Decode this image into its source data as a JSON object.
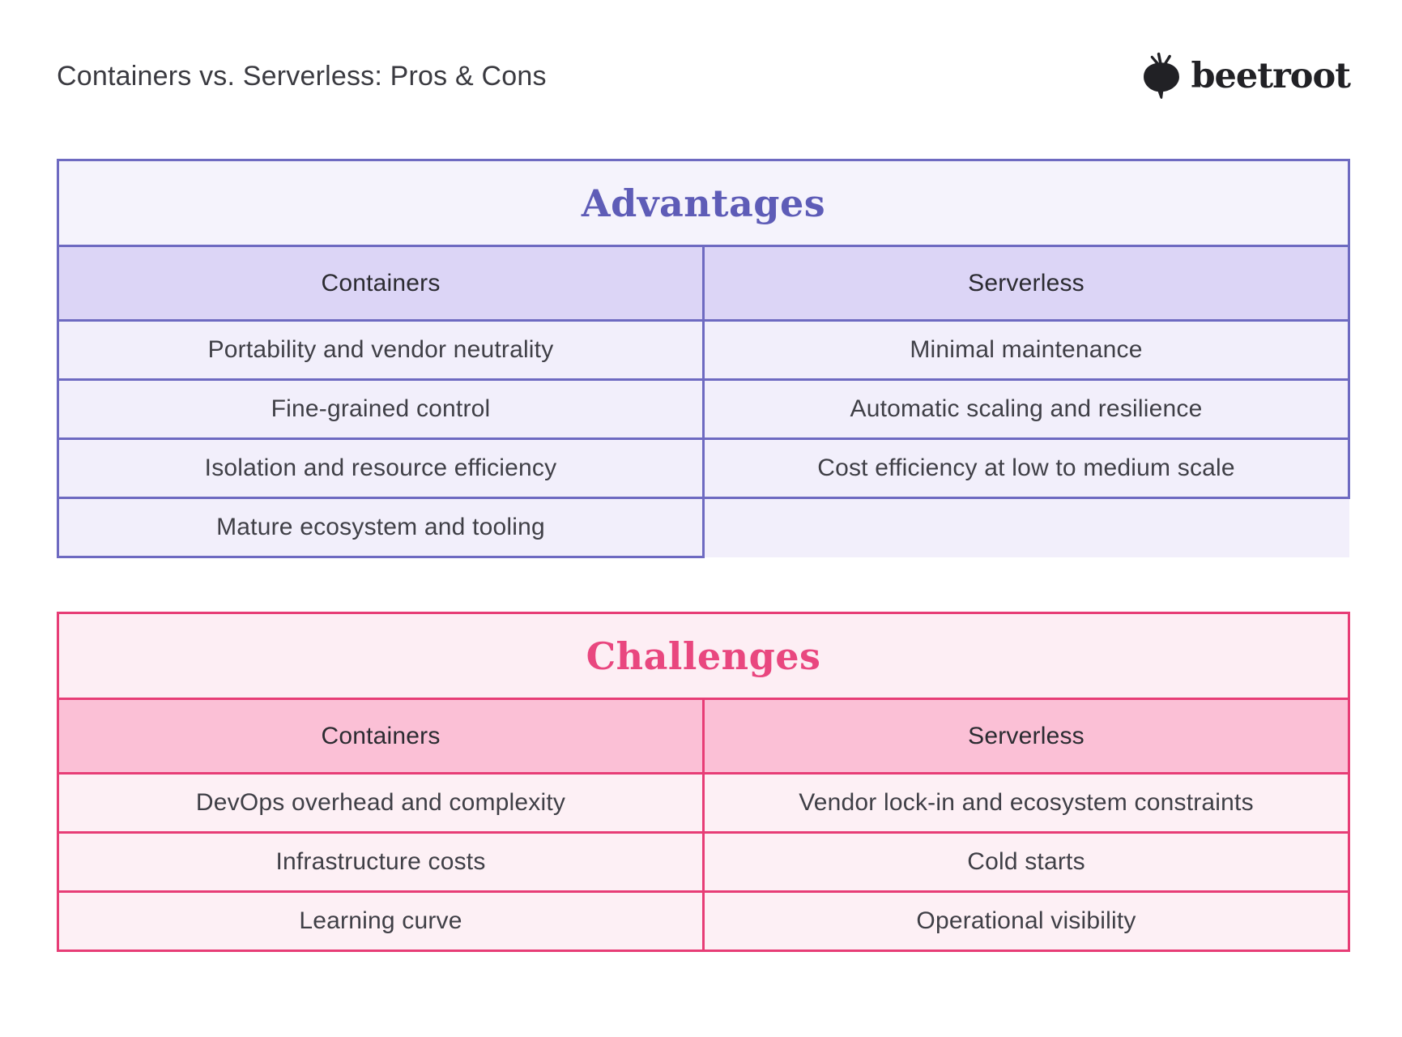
{
  "header": {
    "title": "Containers vs. Serverless: Pros & Cons",
    "logo_text": "beetroot"
  },
  "tables": {
    "advantages": {
      "title": "Advantages",
      "columns": [
        "Containers",
        "Serverless"
      ],
      "rows": [
        [
          "Portability and vendor neutrality",
          "Minimal maintenance"
        ],
        [
          "Fine-grained control",
          "Automatic scaling and resilience"
        ],
        [
          "Isolation and resource efficiency",
          "Cost efficiency at low to medium scale"
        ],
        [
          "Mature ecosystem and tooling",
          ""
        ]
      ]
    },
    "challenges": {
      "title": "Challenges",
      "columns": [
        "Containers",
        "Serverless"
      ],
      "rows": [
        [
          "DevOps overhead and complexity",
          "Vendor lock-in and ecosystem constraints"
        ],
        [
          "Infrastructure costs",
          "Cold starts"
        ],
        [
          "Learning curve",
          "Operational visibility"
        ]
      ]
    }
  },
  "colors": {
    "advantages_border": "#6e6ac1",
    "advantages_title_bg": "#f5f3fc",
    "advantages_title_text": "#5e5cb7",
    "advantages_header_bg": "#dcd5f6",
    "advantages_row_bg": "#f2effb",
    "challenges_border": "#e73d76",
    "challenges_title_bg": "#fdeef4",
    "challenges_title_text": "#e9477f",
    "challenges_header_bg": "#fbc0d6",
    "challenges_row_bg": "#fdf0f5",
    "page_title_text": "#3a3a40",
    "cell_text": "#3f3f46",
    "header_cell_text": "#2b2b31",
    "logo_color": "#212125"
  }
}
